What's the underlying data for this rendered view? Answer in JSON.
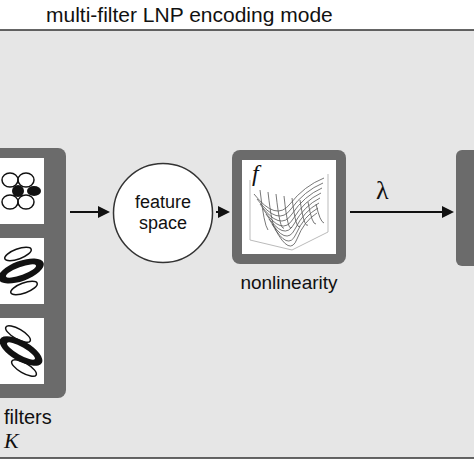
{
  "diagram": {
    "title": "multi-filter LNP encoding mode",
    "nodes": [
      {
        "text": [
          "filters",
          "K"
        ]
      },
      {
        "text": [
          "feature space"
        ]
      },
      {
        "text": [
          "f",
          "nonlinearity"
        ]
      }
    ],
    "edges": [
      {
        "from": 0,
        "to": 1,
        "arrow": "to"
      },
      {
        "from": 1,
        "to": 2,
        "arrow": "to"
      }
    ],
    "labels": [
      "λ"
    ]
  }
}
